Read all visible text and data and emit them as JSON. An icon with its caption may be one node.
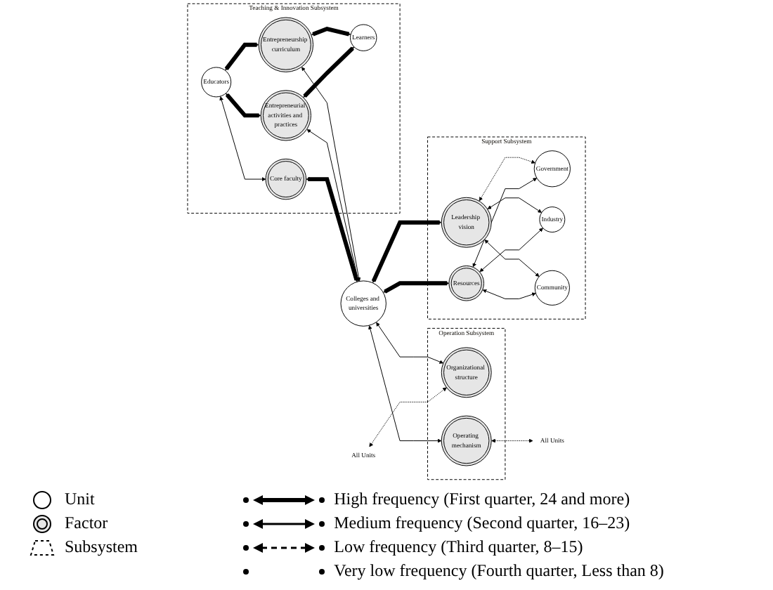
{
  "diagram": {
    "nodes": [
      {
        "text": [
          "Teaching & Innovation Subsystem"
        ]
      },
      {
        "text": [
          "Educators"
        ],
        "in": 0
      },
      {
        "text": [
          "Entrepreneurship curriculum"
        ],
        "in": 0
      },
      {
        "text": [
          "Entrepreneurial activities and practices"
        ],
        "in": 0
      },
      {
        "text": [
          "Core faculty"
        ],
        "in": 0
      },
      {
        "text": [
          "Learners"
        ],
        "in": 0
      },
      {
        "text": [
          "Support Subsystem"
        ]
      },
      {
        "text": [
          "Government"
        ],
        "in": 6
      },
      {
        "text": [
          "Leadership vision"
        ],
        "in": 6
      },
      {
        "text": [
          "Industry"
        ],
        "in": 6
      },
      {
        "text": [
          "Resources"
        ],
        "in": 6
      },
      {
        "text": [
          "Community"
        ],
        "in": 6
      },
      {
        "text": [
          "Colleges and universities"
        ]
      },
      {
        "text": [
          "Operation Subsystem"
        ]
      },
      {
        "text": [
          "All Units"
        ]
      },
      {
        "text": [
          "Organizational structure"
        ],
        "in": 13
      },
      {
        "text": [
          "Operating mechanism"
        ],
        "in": 13
      },
      {
        "text": [
          "All Units"
        ]
      }
    ],
    "edges": [
      {
        "from": 1,
        "to": 2,
        "arrow": "both",
        "style": "thick"
      },
      {
        "from": 1,
        "to": 3,
        "arrow": "both",
        "style": "thick"
      },
      {
        "from": 1,
        "to": 4,
        "arrow": "both"
      },
      {
        "from": 2,
        "to": 5,
        "arrow": "both",
        "style": "thick"
      },
      {
        "from": 3,
        "to": 5,
        "arrow": "both",
        "style": "thick"
      },
      {
        "from": 2,
        "to": 12,
        "arrow": "both"
      },
      {
        "from": 3,
        "to": 12,
        "arrow": "both"
      },
      {
        "from": 4,
        "to": 12,
        "arrow": "both",
        "style": "thick"
      },
      {
        "from": 12,
        "to": 8,
        "arrow": "both",
        "style": "thick"
      },
      {
        "from": 12,
        "to": 10,
        "arrow": "both",
        "style": "thick"
      },
      {
        "from": 8,
        "to": 7,
        "arrow": "both",
        "style": "dashed"
      },
      {
        "from": 8,
        "to": 9,
        "arrow": "both"
      },
      {
        "from": 8,
        "to": 11,
        "arrow": "both"
      },
      {
        "from": 10,
        "to": 7,
        "arrow": "both"
      },
      {
        "from": 10,
        "to": 9,
        "arrow": "both"
      },
      {
        "from": 10,
        "to": 11,
        "arrow": "both"
      },
      {
        "from": 12,
        "to": 15,
        "arrow": "both"
      },
      {
        "from": 12,
        "to": 16,
        "arrow": "both"
      },
      {
        "from": 14,
        "to": 15,
        "arrow": "both",
        "style": "dashed"
      },
      {
        "from": 16,
        "to": 17,
        "arrow": "both",
        "style": "dashed"
      }
    ],
    "legend": [
      {
        "text": "Unit"
      },
      {
        "text": "Factor"
      },
      {
        "text": "Subsystem"
      },
      {
        "text": "High frequency (First quarter, 24 and more)"
      },
      {
        "text": "Medium frequency (Second quarter, 16–23)"
      },
      {
        "text": "Low frequency (Third quarter, 8–15)"
      },
      {
        "text": "Very low frequency (Fourth quarter, Less than 8)"
      }
    ]
  }
}
